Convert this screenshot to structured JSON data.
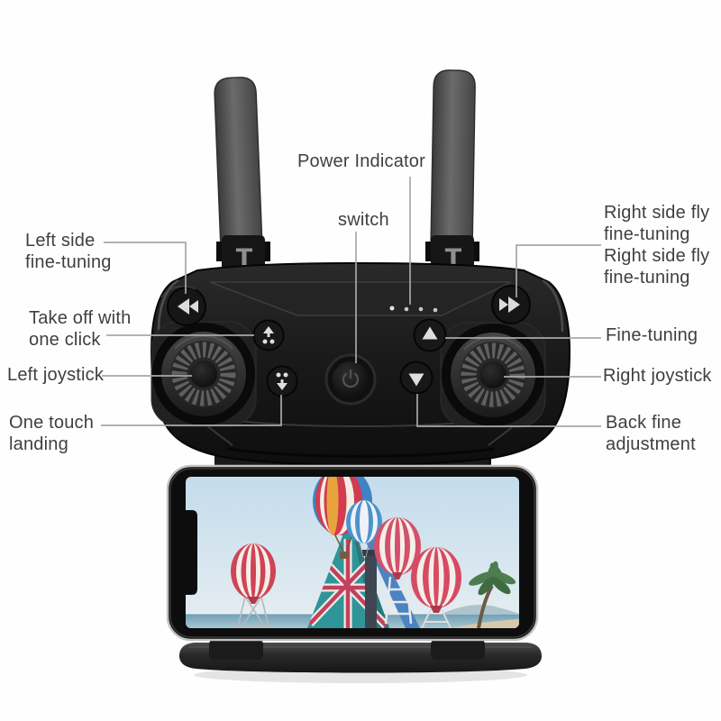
{
  "page": {
    "background": "#fefefe"
  },
  "labels": {
    "power_indicator": "Power Indicator",
    "switch": "switch",
    "left_side_fine_tuning": "Left side\nfine-tuning",
    "take_off_one_click": "Take off with\none click",
    "left_joystick": "Left joystick",
    "one_touch_landing": "One touch\nlanding",
    "right_side_fly_fine_tuning_1": "Right side fly\nfine-tuning",
    "right_side_fly_fine_tuning_2": "Right side fly\nfine-tuning",
    "fine_tuning": "Fine-tuning",
    "right_joystick": "Right joystick",
    "back_fine_adjustment": "Back fine\nadjustment"
  },
  "product": {
    "antenna_marking": "T",
    "led_count": 4,
    "icons": {
      "left_shoulder_button": "double-left-arrow",
      "right_shoulder_button": "double-right-arrow",
      "takeoff_button": "drone-up-arrow-oo",
      "landing_button": "oo-drone-down-arrow",
      "right_trim_up_button": "up-triangle",
      "right_trim_down_button": "down-triangle",
      "power_button": "power-symbol"
    },
    "palette": {
      "body_black": "#1a1a1a",
      "label_text": "#3f3f3f",
      "callout_line": "#a8a8a8",
      "screen_sky": "#c9dfec",
      "screen_sea": "#7ba7ba",
      "pyramid_teal": "#2f9598",
      "balloon_red": "#d23c4e",
      "balloon_blue": "#3f83c4",
      "balloon_orange": "#e8a43c",
      "balloon_white": "#f2eee6"
    }
  }
}
